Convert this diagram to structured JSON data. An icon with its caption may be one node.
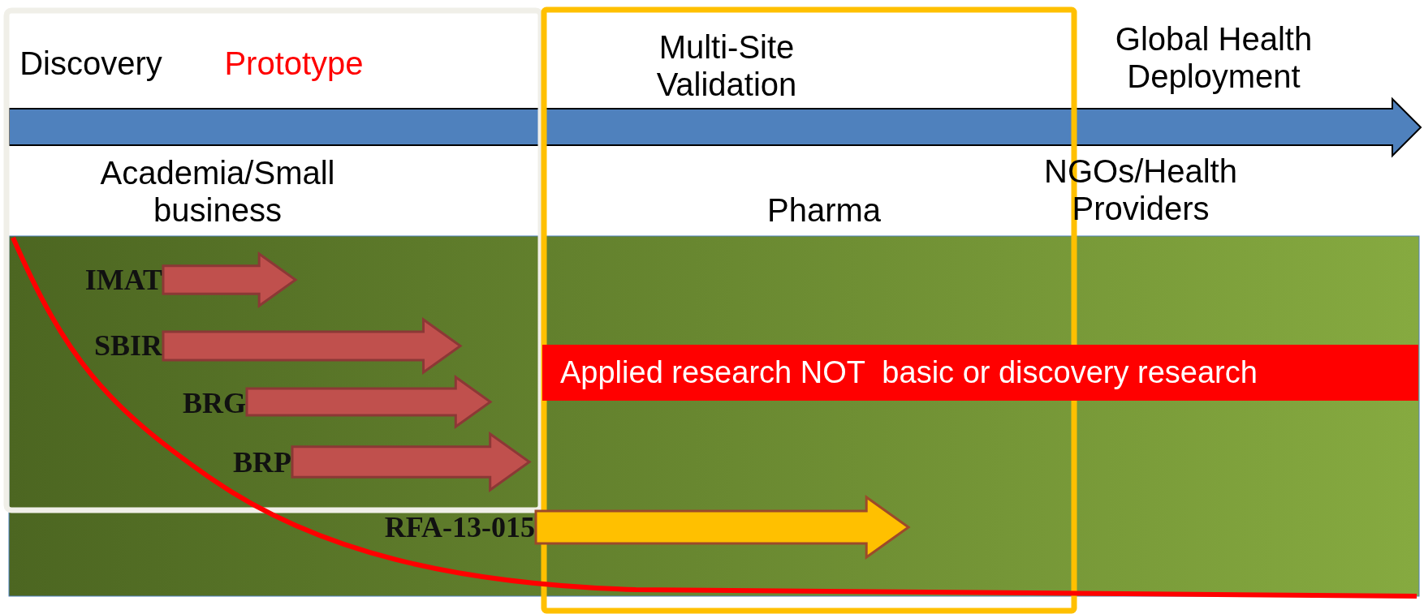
{
  "diagram": {
    "nodes": [
      {
        "text": [
          "IMAT"
        ]
      },
      {
        "text": [
          "SBIR"
        ]
      },
      {
        "text": [
          "BRG"
        ]
      },
      {
        "text": [
          "BRP"
        ]
      },
      {
        "text": [
          "RFA-13-015"
        ]
      },
      {
        "text": [
          "Applied research NOT  basic or discovery research"
        ]
      }
    ],
    "edges": [
      {
        "from": 0,
        "to": null,
        "arrow": "to"
      },
      {
        "from": 1,
        "to": null,
        "arrow": "to"
      },
      {
        "from": 2,
        "to": null,
        "arrow": "to"
      },
      {
        "from": 3,
        "to": null,
        "arrow": "to"
      },
      {
        "from": 4,
        "to": null,
        "arrow": "to",
        "color": "#ffc000"
      }
    ],
    "labels": [
      "Discovery",
      "Prototype",
      "Multi-Site Validation",
      "Global Health Deployment",
      "Academia/Small business",
      "Pharma",
      "NGOs/Health Providers"
    ]
  }
}
